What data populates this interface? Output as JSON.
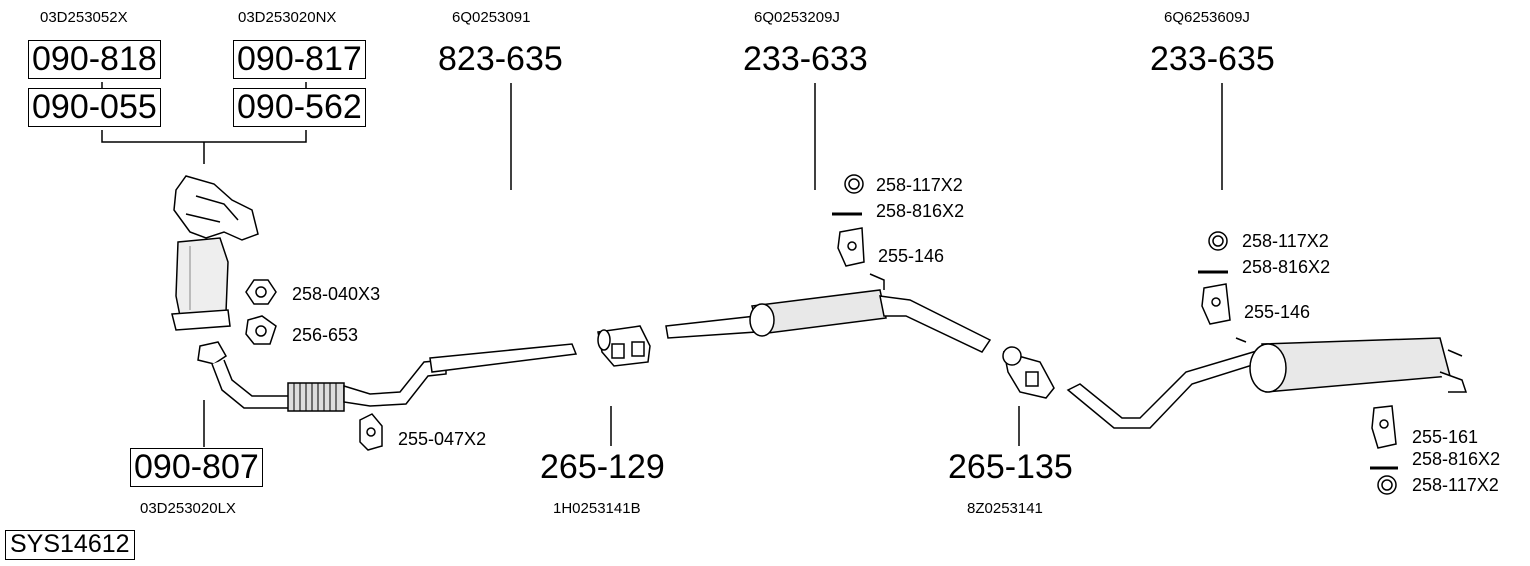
{
  "system": {
    "code": "SYS14612"
  },
  "manifold_group": {
    "oem_left": "03D253052X",
    "oem_right": "03D253020NX",
    "part_a": "090-818",
    "part_b": "090-817",
    "part_c": "090-055",
    "part_d": "090-562"
  },
  "downpipe": {
    "part": "090-807",
    "oem": "03D253020LX"
  },
  "front_pipe": {
    "part": "823-635",
    "oem": "6Q0253091"
  },
  "centre_box": {
    "part": "233-633",
    "oem": "6Q0253209J"
  },
  "rear_box": {
    "part": "233-635",
    "oem": "6Q6253609J"
  },
  "clamp_1": {
    "part": "265-129",
    "oem": "1H0253141B"
  },
  "clamp_2": {
    "part": "265-135",
    "oem": "8Z0253141"
  },
  "fittings": {
    "nut": "258-040X3",
    "gasket": "256-653",
    "front_hanger": "255-047X2",
    "centre_ring": "258-117X2",
    "centre_bolt": "258-816X2",
    "centre_hanger": "255-146",
    "rear_ring": "258-117X2",
    "rear_bolt": "258-816X2",
    "rear_hanger": "255-146",
    "tail_hanger": "255-161",
    "tail_bolt": "258-816X2",
    "tail_ring": "258-117X2"
  }
}
